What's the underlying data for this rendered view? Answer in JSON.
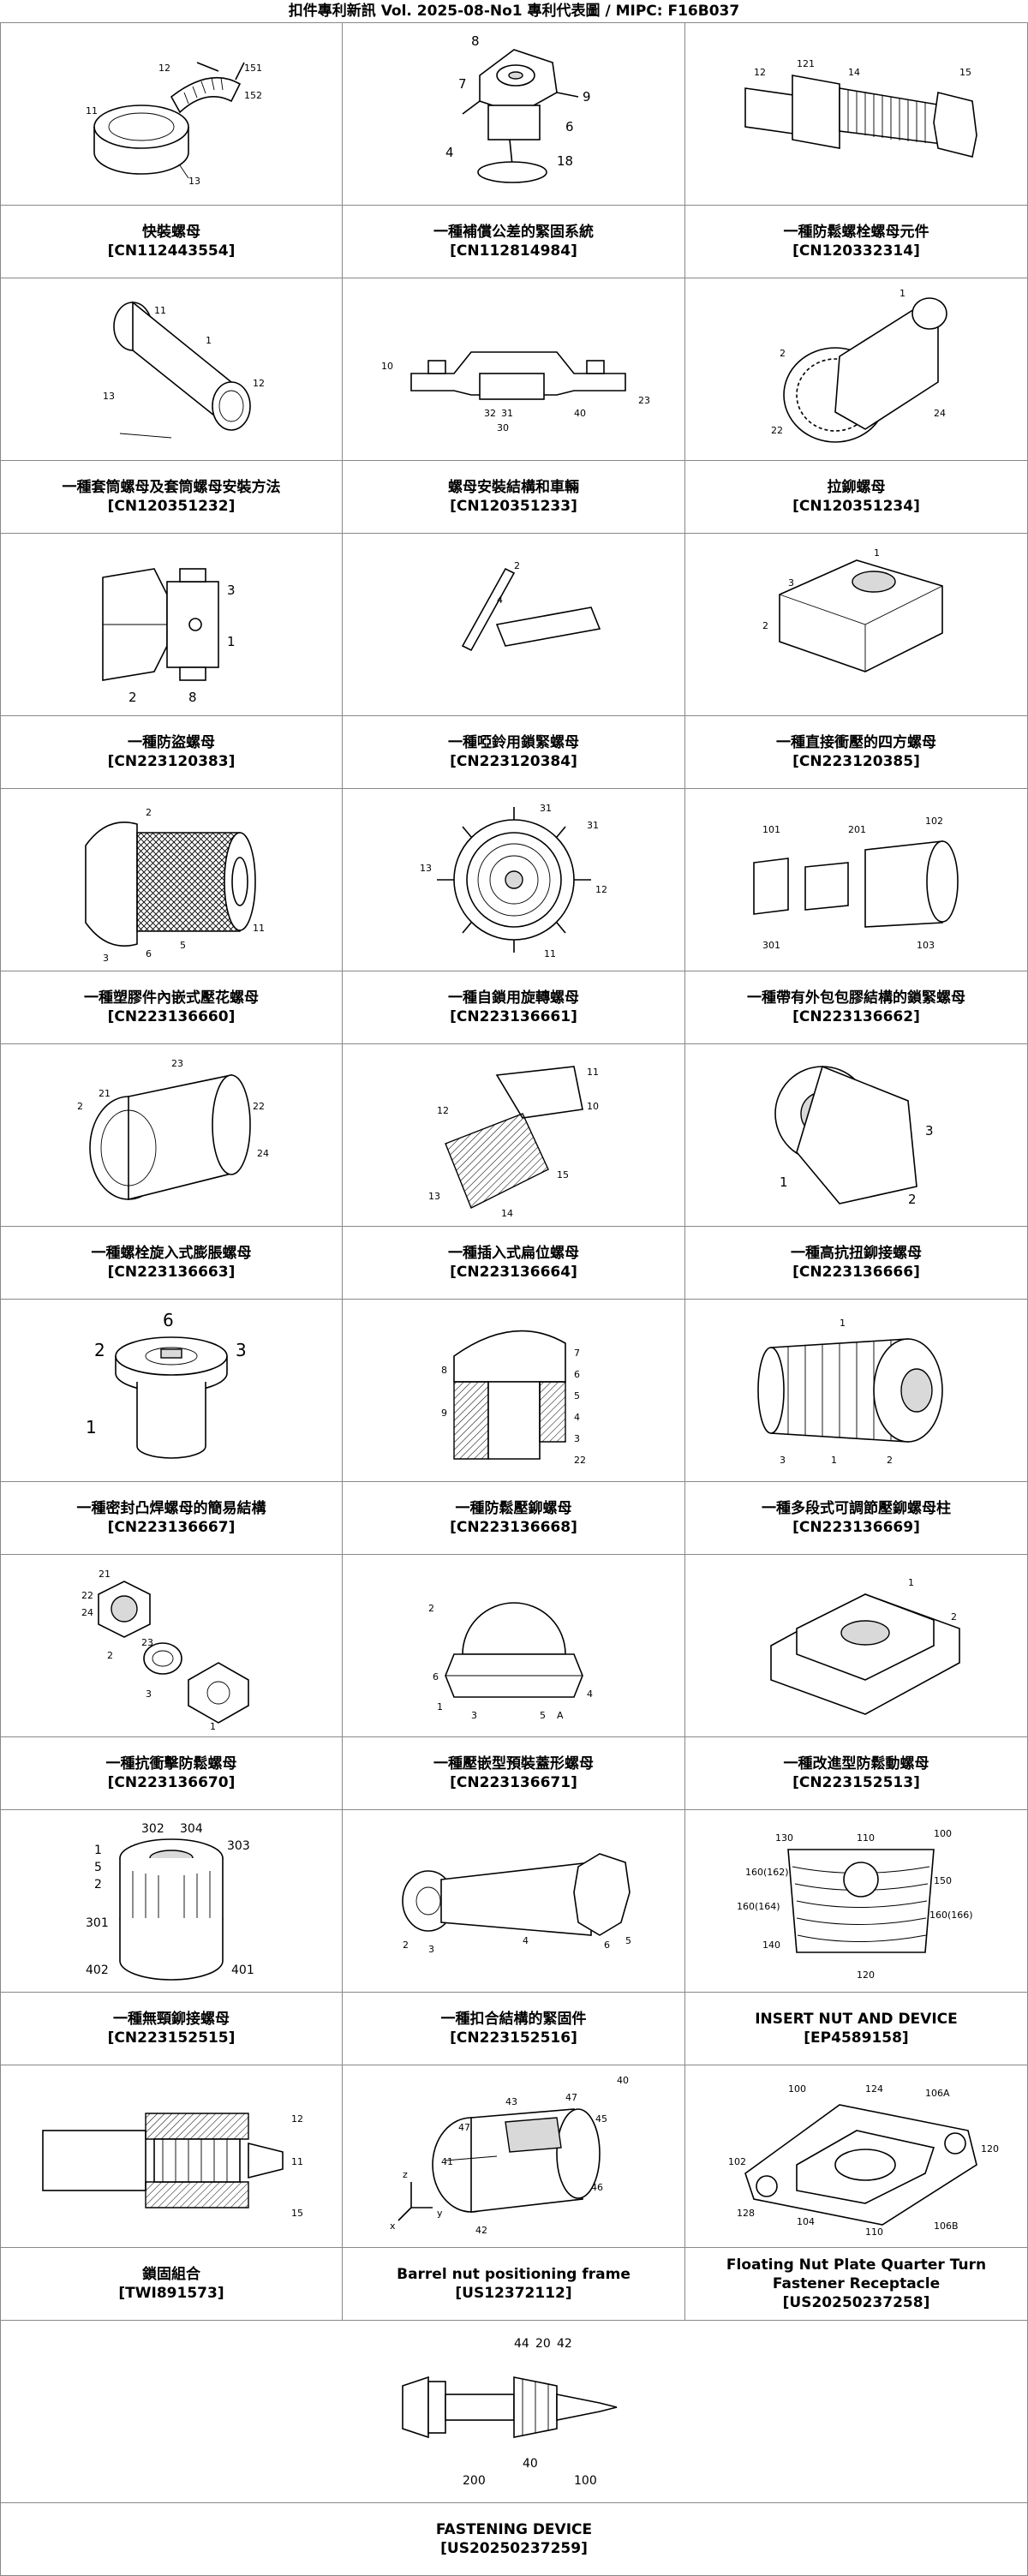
{
  "header": {
    "title": "扣件專利新訊  Vol. 2025-08-No1  專利代表圖  /  MIPC:  F16B037"
  },
  "patents": [
    {
      "title": "快裝螺母",
      "number": "[CN112443554]",
      "icon": "snap-nut-drawing"
    },
    {
      "title": "一種補償公差的緊固系統",
      "number": "[CN112814984]",
      "icon": "tolerance-fastener-drawing"
    },
    {
      "title": "一種防鬆螺栓螺母元件",
      "number": "[CN120332314]",
      "icon": "bolt-nut-drawing"
    },
    {
      "title": "一種套筒螺母及套筒螺母安裝方法",
      "number": "[CN120351232]",
      "icon": "sleeve-nut-drawing"
    },
    {
      "title": "螺母安裝結構和車輛",
      "number": "[CN120351233]",
      "icon": "nut-mount-drawing"
    },
    {
      "title": "拉鉚螺母",
      "number": "[CN120351234]",
      "icon": "rivet-nut-drawing"
    },
    {
      "title": "一種防盜螺母",
      "number": "[CN223120383]",
      "icon": "anti-theft-nut-drawing"
    },
    {
      "title": "一種啞鈴用鎖緊螺母",
      "number": "[CN223120384]",
      "icon": "dumbbell-lock-nut-drawing"
    },
    {
      "title": "一種直接衝壓的四方螺母",
      "number": "[CN223120385]",
      "icon": "square-nut-drawing"
    },
    {
      "title": "一種塑膠件內嵌式壓花螺母",
      "number": "[CN223136660]",
      "icon": "knurled-insert-drawing"
    },
    {
      "title": "一種自鎖用旋轉螺母",
      "number": "[CN223136661]",
      "icon": "self-lock-rotary-nut-drawing"
    },
    {
      "title": "一種帶有外包包膠結構的鎖緊螺母",
      "number": "[CN223136662]",
      "icon": "overmolded-lock-nut-drawing"
    },
    {
      "title": "一種螺栓旋入式膨脹螺母",
      "number": "[CN223136663]",
      "icon": "expansion-nut-drawing"
    },
    {
      "title": "一種插入式扁位螺母",
      "number": "[CN223136664]",
      "icon": "flat-insert-nut-drawing"
    },
    {
      "title": "一種高抗扭鉚接螺母",
      "number": "[CN223136666]",
      "icon": "high-torque-rivet-nut-drawing"
    },
    {
      "title": "一種密封凸焊螺母的簡易結構",
      "number": "[CN223136667]",
      "icon": "projection-weld-nut-drawing"
    },
    {
      "title": "一種防鬆壓鉚螺母",
      "number": "[CN223136668]",
      "icon": "clinch-nut-drawing"
    },
    {
      "title": "一種多段式可調節壓鉚螺母柱",
      "number": "[CN223136669]",
      "icon": "multi-stage-standoff-drawing"
    },
    {
      "title": "一種抗衝擊防鬆螺母",
      "number": "[CN223136670]",
      "icon": "impact-resistant-nut-drawing"
    },
    {
      "title": "一種壓嵌型預裝蓋形螺母",
      "number": "[CN223136671]",
      "icon": "cap-nut-drawing"
    },
    {
      "title": "一種改進型防鬆動螺母",
      "number": "[CN223152513]",
      "icon": "improved-lock-nut-drawing"
    },
    {
      "title": "一種無頸鉚接螺母",
      "number": "[CN223152515]",
      "icon": "neckless-rivet-nut-drawing"
    },
    {
      "title": "一種扣合結構的緊固件",
      "number": "[CN223152516]",
      "icon": "snap-fit-fastener-drawing"
    },
    {
      "title": "INSERT NUT AND DEVICE",
      "number": "[EP4589158]",
      "icon": "insert-nut-device-drawing"
    },
    {
      "title": "鎖固組合",
      "number": "[TWI891573]",
      "icon": "locking-assembly-drawing"
    },
    {
      "title": "Barrel nut positioning frame",
      "number": "[US12372112]",
      "icon": "barrel-nut-frame-drawing"
    },
    {
      "title": "Floating Nut Plate Quarter Turn Fastener Receptacle",
      "number": "[US20250237258]",
      "icon": "floating-nut-plate-drawing"
    },
    {
      "title": "FASTENING DEVICE",
      "number": "[US20250237259]",
      "icon": "fastening-device-drawing"
    }
  ]
}
